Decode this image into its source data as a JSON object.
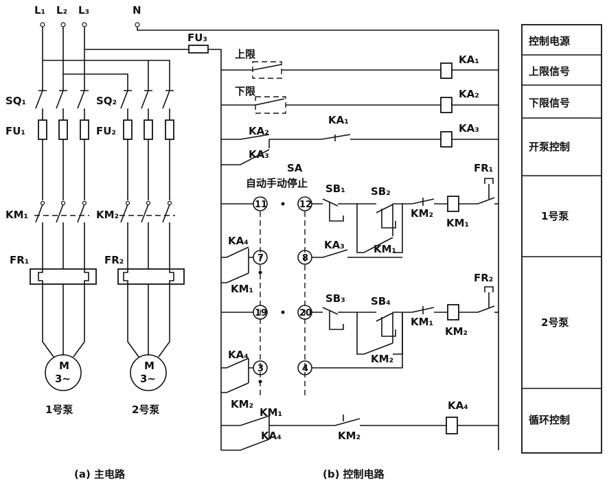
{
  "labels": {
    "L1": "L₁",
    "L2": "L₂",
    "L3": "L₃",
    "N": "N",
    "FU3": "FU₃",
    "SQ1": "SQ₁",
    "SQ2": "SQ₂",
    "FU1": "FU₁",
    "FU2": "FU₂",
    "KM1_main": "KM₁",
    "KM2_main": "KM₂",
    "FR1_main": "FR₁",
    "FR2_main": "FR₂",
    "motor1_letter": "M",
    "motor1_phase": "3~",
    "motor2_letter": "M",
    "motor2_phase": "3~",
    "pump1": "1号泵",
    "pump2": "2号泵",
    "upper": "上限",
    "lower": "下限",
    "KA1_coil": "KA₁",
    "KA2_coil": "KA₂",
    "KA3_coil": "KA₃",
    "KA4_coil": "KA₄",
    "KA2_contact": "KA₂",
    "KA3_contact": "KA₃",
    "KA1_contact": "KA₁",
    "SA": "SA",
    "sa_modes": "自动手动停止",
    "t11": "11",
    "t12": "12",
    "t7": "7",
    "t8": "8",
    "t19": "19",
    "t20": "20",
    "t3": "3",
    "t4": "4",
    "SB1": "SB₁",
    "SB2": "SB₂",
    "SB3": "SB₃",
    "SB4": "SB₄",
    "KM2_r5": "KM₂",
    "KM1_coil": "KM₁",
    "FR1_ctrl": "FR₁",
    "FR2_ctrl": "FR₂",
    "KA4_r6": "KA₄",
    "KM1_r6": "KM₁",
    "KA3_r6": "KA₃",
    "KM1_r6b": "KM₁",
    "KM1_r7": "KM₁",
    "KM2_coil": "KM₂",
    "KM2_r7b": "KM₂",
    "KA4_r8": "KA₄",
    "KM2_r8": "KM₂",
    "KM1_r9": "KM₁",
    "KA4_r9": "KA₄",
    "KM2_r9": "KM₂"
  },
  "captions": {
    "main": "(a) 主电路",
    "control": "(b) 控制电路"
  },
  "sidebar": {
    "items": [
      "控制电源",
      "上限信号",
      "下限信号",
      "开泵控制",
      "1号泵",
      "2号泵",
      "循环控制"
    ]
  }
}
